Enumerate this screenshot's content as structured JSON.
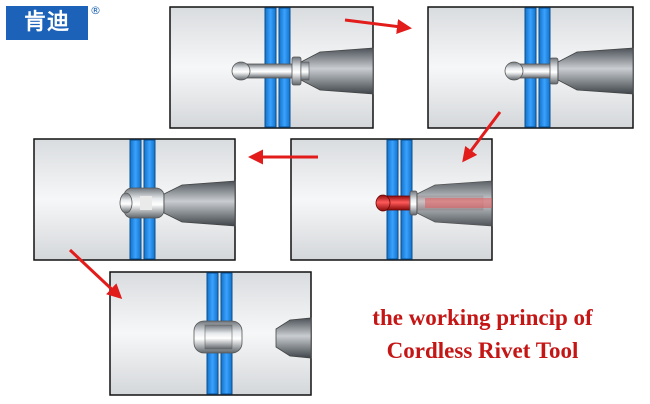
{
  "brand": {
    "logo_text": "肯迪",
    "registered_mark": "®"
  },
  "caption": {
    "line1": "the working princip of",
    "line2": "Cordless Rivet Tool"
  },
  "colors": {
    "arrow": "#e21b1b",
    "caption": "#c51616",
    "plate": "#1e8ae0",
    "panel_border": "#111111",
    "panel_background": "#eef0f2",
    "logo_background": "#1c62b9",
    "rivet_pulled": "#d41414"
  },
  "steps": [
    {
      "stage": "insert"
    },
    {
      "stage": "set"
    },
    {
      "stage": "pull"
    },
    {
      "stage": "form"
    },
    {
      "stage": "done"
    }
  ]
}
